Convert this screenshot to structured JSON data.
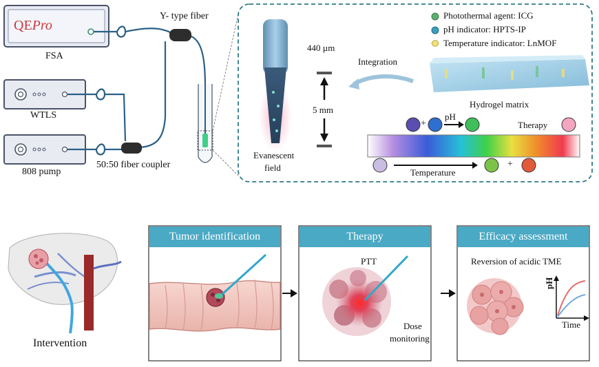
{
  "instruments": {
    "fsa_label": "FSA",
    "fsa_brand_prefix": "QE",
    "fsa_brand_suffix": "Pro",
    "wtls_label": "WTLS",
    "pump_label": "808 pump",
    "coupler_label": "50:50 fiber coupler",
    "y_fiber_label": "Y- type fiber"
  },
  "probe": {
    "tip_size": "440 µm",
    "length": "5 mm",
    "evanescent_line1": "Evanescent",
    "evanescent_line2": "field",
    "integration": "Integration",
    "hydrogel": "Hydrogel matrix"
  },
  "legend": {
    "items": [
      {
        "label": "Photothermal agent:  ICG",
        "color": "#5fae6e"
      },
      {
        "label": "pH indicator:  HPTS-IP",
        "color": "#3f9db8"
      },
      {
        "label": "Temperature indicator:  LnMOF",
        "color": "#f2e27a"
      }
    ]
  },
  "spectrum": {
    "plus1": "+",
    "ph_label": "pH",
    "therapy_label": "Therapy",
    "temperature_label": "Temperature",
    "plus2": "+"
  },
  "workflow": {
    "intervention": "Intervention",
    "panel1_title": "Tumor identification",
    "panel2_title": "Therapy",
    "panel3_title": "Efficacy assessment",
    "ptt": "PTT",
    "dose_line1": "Dose",
    "dose_line2": "monitoring",
    "reversion": "Reversion of acidic TME",
    "ph_axis": "pH",
    "time_axis": "Time"
  },
  "colors": {
    "accent_blue": "#4aa9c4",
    "dash_border": "#2f7a86",
    "instrument_border": "#5a6378",
    "ph_circle_purple": "#5a4fb0",
    "ph_circle_blue": "#2f6fd0",
    "ph_circle_green": "#3fbf5a",
    "therapy_pink": "#f4a6c0",
    "temp_lavender": "#c9bde3",
    "temp_green": "#7cc448",
    "temp_red": "#e25a3a"
  }
}
